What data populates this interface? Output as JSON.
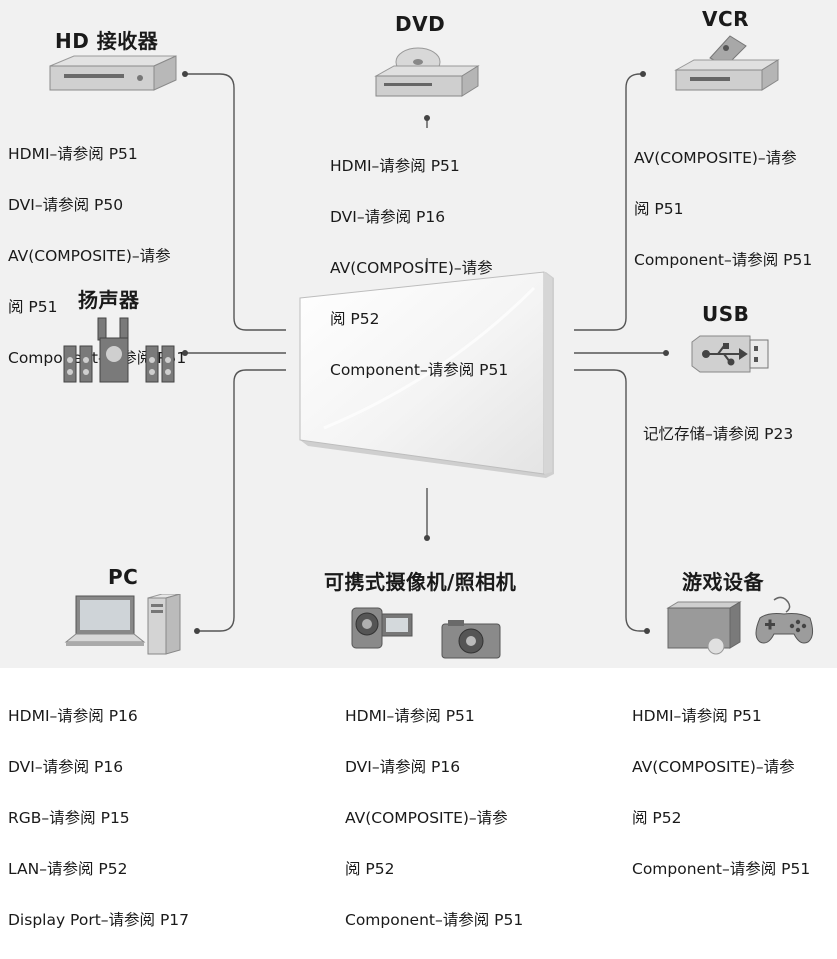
{
  "devices": {
    "hd_receiver": {
      "title": "HD 接收器",
      "links": [
        "HDMI–请参阅 P51",
        "DVI–请参阅 P50",
        "AV(COMPOSITE)–请参",
        "阅 P51",
        "Component–请参阅 P51"
      ]
    },
    "dvd": {
      "title": "DVD",
      "links": [
        "HDMI–请参阅 P51",
        "DVI–请参阅 P16",
        "AV(COMPOSITE)–请参",
        "阅 P52",
        "Component–请参阅 P51"
      ]
    },
    "vcr": {
      "title": "VCR",
      "links": [
        "AV(COMPOSITE)–请参",
        "阅 P51",
        "Component–请参阅 P51"
      ]
    },
    "speaker": {
      "title": "扬声器"
    },
    "usb": {
      "title": "USB",
      "links": [
        "记忆存储–请参阅 P23"
      ]
    },
    "pc": {
      "title": "PC",
      "links": [
        "HDMI–请参阅 P16",
        "DVI–请参阅 P16",
        "RGB–请参阅 P15",
        "LAN–请参阅 P52",
        "Display Port–请参阅 P17"
      ]
    },
    "camcorder": {
      "title": "可携式摄像机/照相机",
      "links": [
        "HDMI–请参阅 P51",
        "DVI–请参阅 P16",
        "AV(COMPOSITE)–请参",
        "阅 P52",
        "Component–请参阅 P51"
      ]
    },
    "game": {
      "title": "游戏设备",
      "links": [
        "HDMI–请参阅 P51",
        "AV(COMPOSITE)–请参",
        "阅 P52",
        "Component–请参阅 P51"
      ]
    }
  },
  "colors": {
    "line": "#555555",
    "panel": "#f1f1f1",
    "text": "#1a1a1a"
  }
}
